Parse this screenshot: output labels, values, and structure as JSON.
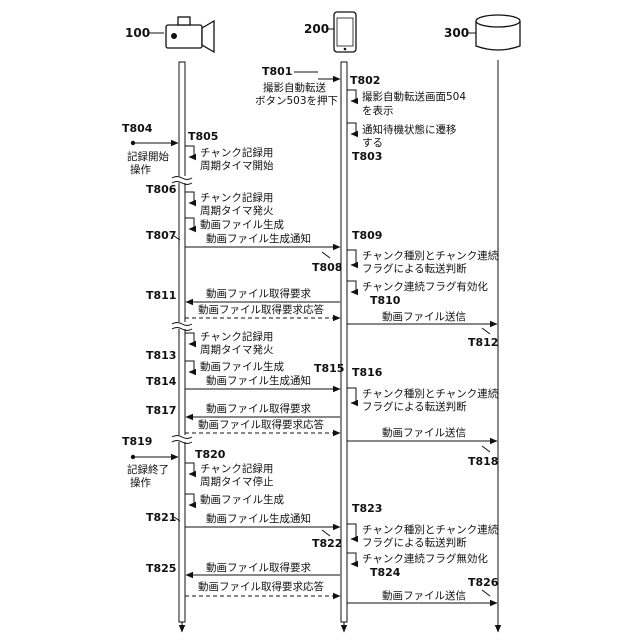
{
  "devices": {
    "camera": "100",
    "phone": "200",
    "server": "300"
  },
  "steps": {
    "T801": {
      "ref": "T801",
      "text": [
        "撮影自動転送",
        "ボタン503を押下"
      ]
    },
    "T802": {
      "ref": "T802",
      "text": [
        "撮影自動転送画面504",
        "を表示"
      ]
    },
    "T803": {
      "ref": "T803",
      "text": [
        "通知待機状態に遷移",
        "する"
      ]
    },
    "T804": {
      "ref": "T804",
      "text": [
        "記録開始",
        "操作"
      ]
    },
    "T805": {
      "ref": "T805",
      "text": [
        "チャンク記録用",
        "周期タイマ開始"
      ]
    },
    "T806": {
      "ref": "T806",
      "text": [
        "チャンク記録用",
        "周期タイマ発火"
      ]
    },
    "T806b": {
      "text": [
        "動画ファイル生成"
      ]
    },
    "T807": {
      "ref": "T807",
      "text": [
        "動画ファイル生成通知"
      ]
    },
    "T808": {
      "ref": "T808"
    },
    "T809": {
      "ref": "T809",
      "text": [
        "チャンク種別とチャンク連続",
        "フラグによる転送判断"
      ]
    },
    "T810": {
      "ref": "T810",
      "text": [
        "チャンク連続フラグ有効化"
      ]
    },
    "T811": {
      "ref": "T811",
      "text": [
        "動画ファイル取得要求"
      ]
    },
    "T811r": {
      "text": [
        "動画ファイル取得要求応答"
      ]
    },
    "T812": {
      "ref": "T812",
      "text": [
        "動画ファイル送信"
      ]
    },
    "T813": {
      "ref": "T813",
      "text": [
        "チャンク記録用",
        "周期タイマ発火"
      ]
    },
    "T814": {
      "ref": "T814",
      "text": [
        "動画ファイル生成"
      ]
    },
    "T815": {
      "ref": "T815",
      "text": [
        "動画ファイル生成通知"
      ]
    },
    "T816": {
      "ref": "T816",
      "text": [
        "チャンク種別とチャンク連続",
        "フラグによる転送判断"
      ]
    },
    "T817": {
      "ref": "T817",
      "text": [
        "動画ファイル取得要求"
      ]
    },
    "T817r": {
      "text": [
        "動画ファイル取得要求応答"
      ]
    },
    "T818": {
      "ref": "T818",
      "text": [
        "動画ファイル送信"
      ]
    },
    "T819": {
      "ref": "T819",
      "text": [
        "記録終了",
        "操作"
      ]
    },
    "T820": {
      "ref": "T820",
      "text": [
        "チャンク記録用",
        "周期タイマ停止"
      ]
    },
    "T820b": {
      "text": [
        "動画ファイル生成"
      ]
    },
    "T821": {
      "ref": "T821",
      "text": [
        "動画ファイル生成通知"
      ]
    },
    "T822": {
      "ref": "T822"
    },
    "T823": {
      "ref": "T823",
      "text": [
        "チャンク種別とチャンク連続",
        "フラグによる転送判断"
      ]
    },
    "T824": {
      "ref": "T824",
      "text": [
        "チャンク連続フラグ無効化"
      ]
    },
    "T825": {
      "ref": "T825",
      "text": [
        "動画ファイル取得要求"
      ]
    },
    "T825r": {
      "text": [
        "動画ファイル取得要求応答"
      ]
    },
    "T826": {
      "ref": "T826",
      "text": [
        "動画ファイル送信"
      ]
    }
  }
}
